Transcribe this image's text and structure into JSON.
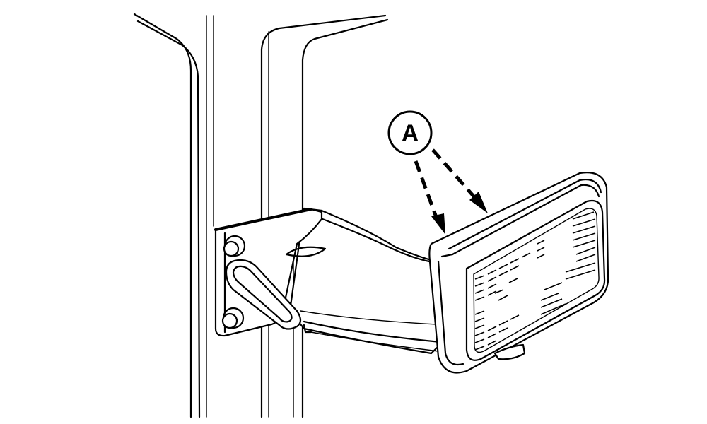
{
  "diagram": {
    "callouts": [
      {
        "id": "callout-a",
        "label": "A"
      }
    ],
    "components": [
      {
        "name": "cab-window-frame"
      },
      {
        "name": "cab-door-post"
      },
      {
        "name": "mounting-bracket"
      },
      {
        "name": "mounting-bolt-upper"
      },
      {
        "name": "mounting-bolt-lower"
      },
      {
        "name": "adjustment-slot"
      },
      {
        "name": "work-light-housing"
      },
      {
        "name": "work-light-lens"
      }
    ],
    "colors": {
      "ink": "#000000",
      "paper": "#ffffff"
    }
  }
}
